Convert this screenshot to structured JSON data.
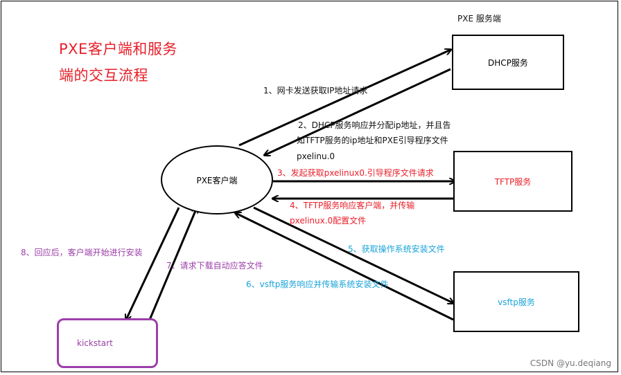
{
  "title": {
    "line1": "PXE客户端和服务",
    "line2": "端的交互流程"
  },
  "server_label": "PXE 服务端",
  "nodes": {
    "client": "PXE客户端",
    "dhcp": "DHCP服务",
    "tftp": "TFTP服务",
    "vsftp": "vsftp服务",
    "kickstart": "kickstart"
  },
  "steps": {
    "s1": "1、网卡发送获取IP地址请求",
    "s2_line1": "2、DHCP服务响应并分配ip地址，并且告",
    "s2_line2": "知TFTP服务的ip地址和PXE引导程序文件",
    "s2_line3": "pxelinu.0",
    "s3": "3、发起获取pxelinux0.引导程序文件请求",
    "s4_line1": "4、TFTP服务响应客户端，并传输",
    "s4_line2": "pxelinux.0配置文件",
    "s5": "5、获取操作系统安装文件",
    "s6": "6、vsftp服务响应并传输系统安装文件",
    "s7": "7、请求下载自动应答文件",
    "s8": "8、回应后，客户端开始进行安装"
  },
  "colors": {
    "red": "#e8202a",
    "blue": "#1aa3d9",
    "purple": "#9b3fa8",
    "black": "#000000"
  },
  "watermark": "CSDN @yu.deqiang"
}
